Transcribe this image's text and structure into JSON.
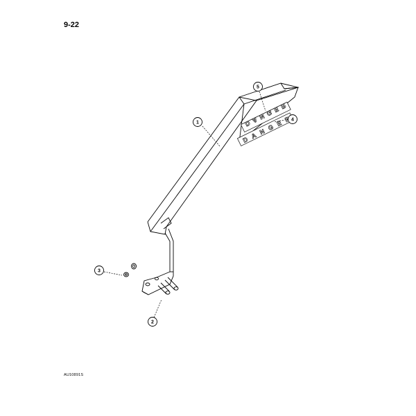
{
  "page_number": "9-22",
  "figure_id": "AU10891S",
  "decals": {
    "upper": "DANGER",
    "lower": "DANGER"
  },
  "callouts": [
    {
      "label": "1",
      "part": "lever-tube"
    },
    {
      "label": "2",
      "part": "pins"
    },
    {
      "label": "3",
      "part": "nut-washer"
    },
    {
      "label": "4",
      "part": "decal-lower"
    },
    {
      "label": "5",
      "part": "decal-upper"
    }
  ]
}
